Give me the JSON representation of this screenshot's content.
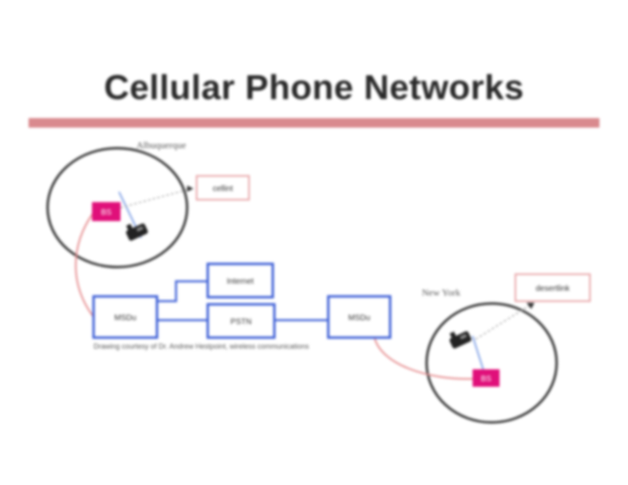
{
  "slide": {
    "title": "Cellular Phone Networks",
    "city_top": "Albuquerque",
    "city_bottom": "New York",
    "caption": "Drawing courtesy of Dr. Andrew Hestpoint, wireless communications"
  },
  "nodes": {
    "bs_top": "BS",
    "bs_bottom": "BS",
    "callee_top": "cellint",
    "callee_bottom": "desertlink",
    "msc_left": "MSDu",
    "msc_right": "MSDu",
    "internet": "Internet",
    "pstn": "PSTN"
  },
  "colors": {
    "title_rule": "#d98a8e",
    "bs_fill": "#e0107a",
    "box_stroke": "#3d5fd6",
    "link_red": "#e58a8c",
    "cell_circle": "#333333"
  }
}
